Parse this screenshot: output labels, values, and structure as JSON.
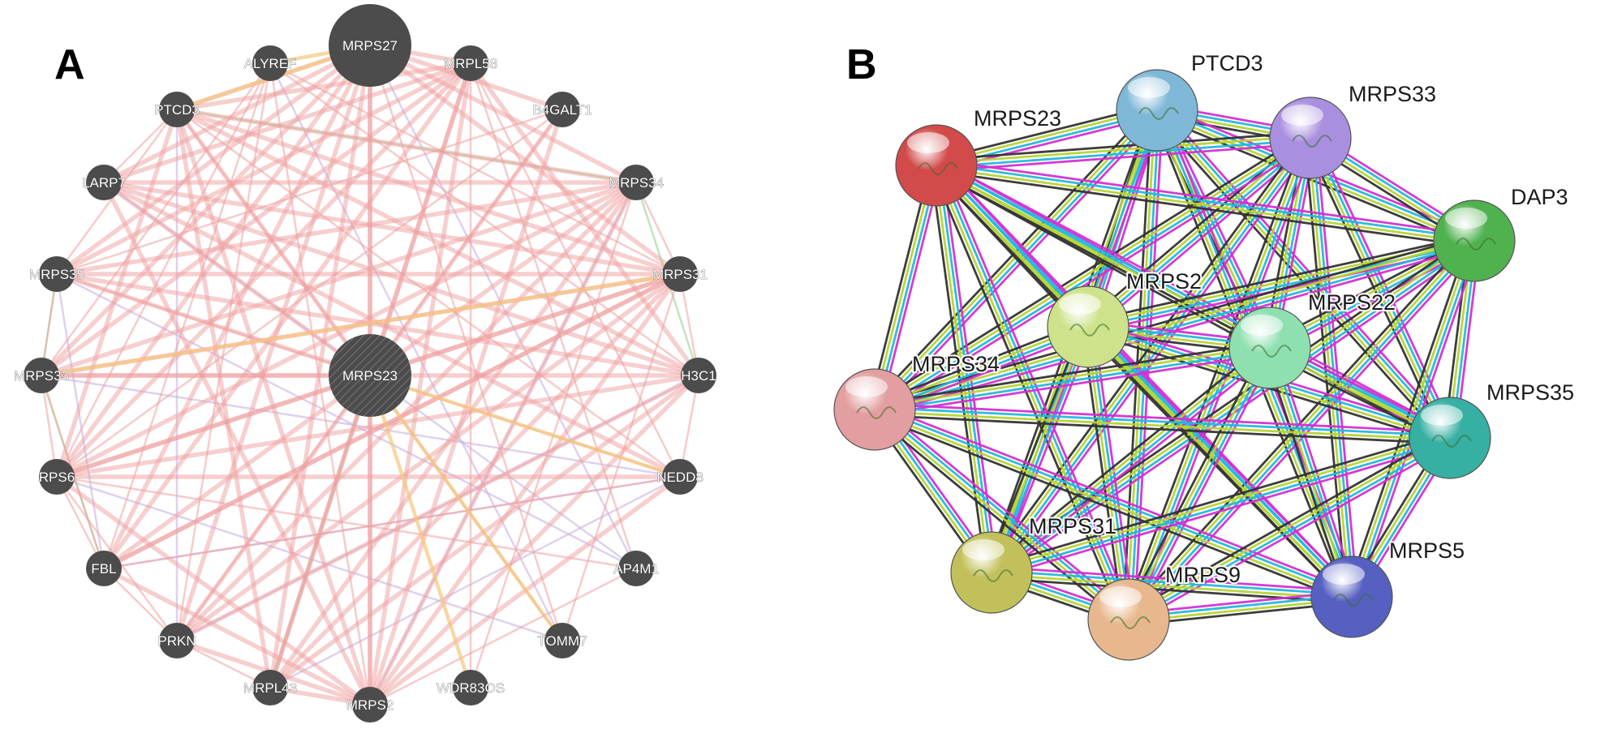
{
  "panel_a": {
    "label": "A",
    "center": {
      "id": "MRPS23",
      "label": "MRPS23"
    },
    "nodes": [
      {
        "id": "MRPS27",
        "label": "MRPS27",
        "size": "large"
      },
      {
        "id": "ALYREF",
        "label": "ALYREF",
        "size": "normal"
      },
      {
        "id": "MRPL58",
        "label": "MRPL58",
        "size": "normal"
      },
      {
        "id": "PTCD3",
        "label": "PTCD3",
        "size": "normal"
      },
      {
        "id": "B4GALT1",
        "label": "B4GALT1",
        "size": "normal"
      },
      {
        "id": "LARP7",
        "label": "LARP7",
        "size": "normal"
      },
      {
        "id": "MRPS34",
        "label": "MRPS34",
        "size": "normal"
      },
      {
        "id": "MRPS35",
        "label": "MRPS35",
        "size": "normal"
      },
      {
        "id": "MRPS31",
        "label": "MRPS31",
        "size": "normal"
      },
      {
        "id": "MRPS33",
        "label": "MRPS33",
        "size": "normal"
      },
      {
        "id": "H3C1",
        "label": "H3C1",
        "size": "normal"
      },
      {
        "id": "RPS6",
        "label": "RPS6",
        "size": "normal"
      },
      {
        "id": "NEDD8",
        "label": "NEDD8",
        "size": "normal"
      },
      {
        "id": "FBL",
        "label": "FBL",
        "size": "normal"
      },
      {
        "id": "AP4M1",
        "label": "AP4M1",
        "size": "normal"
      },
      {
        "id": "PRKN",
        "label": "PRKN",
        "size": "normal"
      },
      {
        "id": "TOMM7",
        "label": "TOMM7",
        "size": "normal"
      },
      {
        "id": "MRPL43",
        "label": "MRPL43",
        "size": "normal"
      },
      {
        "id": "MRPS2",
        "label": "MRPS2",
        "size": "normal"
      },
      {
        "id": "WDR83OS",
        "label": "WDR83OS",
        "size": "normal"
      }
    ],
    "edge_colors": {
      "physical": "#f0a0a0",
      "coexpression": "#c9b3e3",
      "pathway": "#f5c67a",
      "colocalization": "#a6d9a0"
    },
    "edges_pink_thick": [
      [
        "MRPS27",
        "MRPS23"
      ],
      [
        "MRPS27",
        "MRPS2"
      ],
      [
        "MRPS27",
        "PTCD3"
      ],
      [
        "MRPS27",
        "MRPS35"
      ],
      [
        "MRPS27",
        "MRPS33"
      ],
      [
        "MRPS27",
        "LARP7"
      ],
      [
        "MRPS27",
        "MRPS31"
      ],
      [
        "MRPS27",
        "MRPS34"
      ],
      [
        "MRPS27",
        "RPS6"
      ],
      [
        "MRPS27",
        "FBL"
      ],
      [
        "MRPS27",
        "PRKN"
      ],
      [
        "MRPS27",
        "MRPL43"
      ],
      [
        "MRPS27",
        "B4GALT1"
      ],
      [
        "MRPS27",
        "MRPL58"
      ],
      [
        "MRPS35",
        "MRPS31"
      ],
      [
        "MRPS35",
        "MRPS34"
      ],
      [
        "MRPS35",
        "MRPL58"
      ],
      [
        "MRPS35",
        "H3C1"
      ],
      [
        "MRPS23",
        "MRPS35"
      ],
      [
        "MRPS23",
        "MRPS31"
      ],
      [
        "MRPS23",
        "MRPS34"
      ],
      [
        "MRPS23",
        "PTCD3"
      ],
      [
        "MRPS23",
        "MRPS33"
      ],
      [
        "MRPS23",
        "RPS6"
      ],
      [
        "MRPS23",
        "MRPL43"
      ],
      [
        "MRPS23",
        "MRPS2"
      ],
      [
        "MRPS23",
        "FBL"
      ],
      [
        "MRPS23",
        "PRKN"
      ],
      [
        "MRPS23",
        "MRPL58"
      ],
      [
        "MRPS23",
        "LARP7"
      ],
      [
        "MRPS23",
        "B4GALT1"
      ],
      [
        "MRPL58",
        "PTCD3"
      ],
      [
        "MRPL58",
        "LARP7"
      ],
      [
        "MRPL58",
        "MRPS2"
      ],
      [
        "MRPL58",
        "MRPL43"
      ],
      [
        "MRPL58",
        "RPS6"
      ],
      [
        "MRPL58",
        "FBL"
      ],
      [
        "MRPL58",
        "MRPS33"
      ],
      [
        "MRPS31",
        "PTCD3"
      ],
      [
        "MRPS31",
        "LARP7"
      ],
      [
        "MRPS31",
        "MRPS33"
      ],
      [
        "MRPS31",
        "RPS6"
      ],
      [
        "MRPS31",
        "FBL"
      ],
      [
        "MRPS31",
        "MRPL43"
      ],
      [
        "MRPS31",
        "MRPS2"
      ],
      [
        "MRPS34",
        "PTCD3"
      ],
      [
        "MRPS34",
        "LARP7"
      ],
      [
        "MRPS34",
        "MRPS33"
      ],
      [
        "MRPS34",
        "RPS6"
      ],
      [
        "MRPS34",
        "MRPS2"
      ],
      [
        "MRPS34",
        "MRPL43"
      ],
      [
        "MRPS34",
        "PRKN"
      ],
      [
        "PTCD3",
        "MRPS2"
      ],
      [
        "PTCD3",
        "MRPL43"
      ],
      [
        "PTCD3",
        "RPS6"
      ],
      [
        "PTCD3",
        "H3C1"
      ],
      [
        "LARP7",
        "MRPS2"
      ],
      [
        "LARP7",
        "H3C1"
      ],
      [
        "LARP7",
        "NEDD8"
      ],
      [
        "MRPS33",
        "H3C1"
      ],
      [
        "RPS6",
        "H3C1"
      ],
      [
        "FBL",
        "MRPS31"
      ],
      [
        "RPS6",
        "MRPS2"
      ],
      [
        "FBL",
        "MRPS2"
      ],
      [
        "PRKN",
        "MRPS2"
      ],
      [
        "MRPL43",
        "MRPS2"
      ],
      [
        "H3C1",
        "MRPS2"
      ],
      [
        "NEDD8",
        "MRPS2"
      ],
      [
        "B4GALT1",
        "MRPS2"
      ],
      [
        "MRPL58",
        "H3C1"
      ],
      [
        "RPS6",
        "NEDD8"
      ],
      [
        "H3C1",
        "PRKN"
      ],
      [
        "MRPS31",
        "PRKN"
      ],
      [
        "MRPL43",
        "H3C1"
      ]
    ],
    "edges_pink_thin": [
      [
        "ALYREF",
        "MRPS2"
      ],
      [
        "ALYREF",
        "MRPS31"
      ],
      [
        "ALYREF",
        "FBL"
      ],
      [
        "ALYREF",
        "PRKN"
      ],
      [
        "ALYREF",
        "MRPS33"
      ],
      [
        "ALYREF",
        "RPS6"
      ],
      [
        "ALYREF",
        "H3C1"
      ],
      [
        "B4GALT1",
        "MRPS35"
      ],
      [
        "B4GALT1",
        "RPS6"
      ],
      [
        "B4GALT1",
        "PRKN"
      ],
      [
        "NEDD8",
        "PTCD3"
      ],
      [
        "NEDD8",
        "MRPS35"
      ],
      [
        "NEDD8",
        "MRPL58"
      ],
      [
        "NEDD8",
        "FBL"
      ],
      [
        "AP4M1",
        "MRPS2"
      ],
      [
        "AP4M1",
        "RPS6"
      ],
      [
        "AP4M1",
        "MRPL58"
      ],
      [
        "TOMM7",
        "MRPS31"
      ],
      [
        "TOMM7",
        "PTCD3"
      ],
      [
        "TOMM7",
        "MRPS27"
      ],
      [
        "WDR83OS",
        "MRPL58"
      ],
      [
        "WDR83OS",
        "MRPS34"
      ],
      [
        "FBL",
        "RPS6"
      ],
      [
        "PRKN",
        "RPS6"
      ],
      [
        "MRPS35",
        "MRPS33"
      ],
      [
        "MRPS35",
        "PTCD3"
      ],
      [
        "LARP7",
        "PTCD3"
      ],
      [
        "MRPS33",
        "RPS6"
      ],
      [
        "FBL",
        "PRKN"
      ],
      [
        "PRKN",
        "MRPL43"
      ],
      [
        "H3C1",
        "NEDD8"
      ],
      [
        "MRPS34",
        "MRPS31"
      ],
      [
        "MRPS31",
        "H3C1"
      ],
      [
        "MRPS33",
        "FBL"
      ]
    ],
    "edges_purple": [
      [
        "MRPS33",
        "NEDD8"
      ],
      [
        "MRPS35",
        "AP4M1"
      ],
      [
        "PRKN",
        "H3C1"
      ],
      [
        "RPS6",
        "TOMM7"
      ],
      [
        "FBL",
        "NEDD8"
      ],
      [
        "LARP7",
        "AP4M1"
      ],
      [
        "MRPL43",
        "NEDD8"
      ],
      [
        "MRPS2",
        "MRPS34"
      ],
      [
        "ALYREF",
        "TOMM7"
      ],
      [
        "PTCD3",
        "PRKN"
      ],
      [
        "MRPS27",
        "AP4M1"
      ],
      [
        "MRPS35",
        "FBL"
      ]
    ],
    "edges_orange": [
      [
        "MRPS23",
        "NEDD8"
      ],
      [
        "MRPS23",
        "TOMM7"
      ],
      [
        "MRPS23",
        "WDR83OS"
      ],
      [
        "ALYREF",
        "MRPS27"
      ],
      [
        "MRPS33",
        "MRPS31"
      ],
      [
        "PTCD3",
        "MRPS27"
      ]
    ],
    "edges_green": [
      [
        "MRPS23",
        "MRPL43"
      ],
      [
        "MRPS34",
        "PTCD3"
      ],
      [
        "MRPS33",
        "FBL"
      ],
      [
        "MRPS35",
        "MRPS33"
      ],
      [
        "MRPS34",
        "H3C1"
      ]
    ]
  },
  "panel_b": {
    "label": "B",
    "nodes": [
      {
        "id": "PTCD3",
        "label": "PTCD3",
        "color": "#7fb7d6"
      },
      {
        "id": "MRPS33",
        "label": "MRPS33",
        "color": "#a98fe0"
      },
      {
        "id": "MRPS23",
        "label": "MRPS23",
        "color": "#d24a4a"
      },
      {
        "id": "DAP3",
        "label": "DAP3",
        "color": "#4fb24f"
      },
      {
        "id": "MRPS2",
        "label": "MRPS2",
        "color": "#cde28a"
      },
      {
        "id": "MRPS22",
        "label": "MRPS22",
        "color": "#8fe0b0"
      },
      {
        "id": "MRPS34",
        "label": "MRPS34",
        "color": "#e29ea0"
      },
      {
        "id": "MRPS35",
        "label": "MRPS35",
        "color": "#35b0a2"
      },
      {
        "id": "MRPS31",
        "label": "MRPS31",
        "color": "#c2c05a"
      },
      {
        "id": "MRPS9",
        "label": "MRPS9",
        "color": "#e7b88e"
      },
      {
        "id": "MRPS5",
        "label": "MRPS5",
        "color": "#5560c0"
      }
    ],
    "edge_colors": [
      "#d42fd4",
      "#22b8dd",
      "#b6d432",
      "#333333"
    ]
  }
}
